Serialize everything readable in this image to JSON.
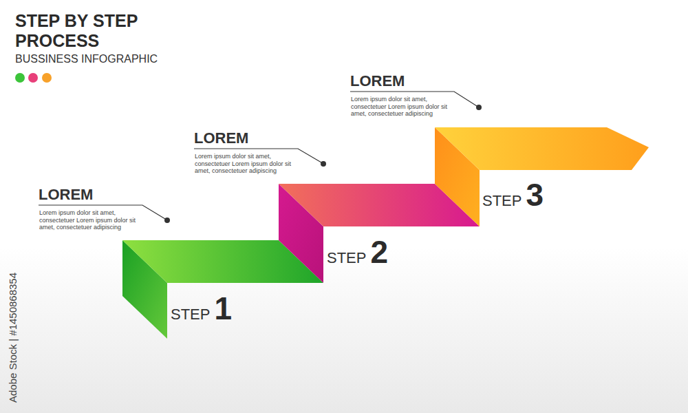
{
  "diagram": {
    "title": "STEP BY STEP PROCESS",
    "nodes": [
      {
        "text": [
          "STEP",
          "1"
        ]
      },
      {
        "text": [
          "STEP",
          "2"
        ]
      },
      {
        "text": [
          "STEP",
          "3"
        ]
      }
    ],
    "labels": [
      "BUSSINESS INFOGRAPHIC",
      "LOREM",
      "Lorem ipsum dolor sit amet, consectetuer Lorem ipsum dolor sit amet, consectetuer adipiscing",
      "LOREM",
      "Lorem ipsum dolor sit amet, consectetuer Lorem ipsum dolor sit amet, consectetuer adipiscing",
      "LOREM",
      "Lorem ipsum dolor sit amet, consectetuer Lorem ipsum dolor sit amet, consectetuer adipiscing",
      "Adobe Stock | #1450868354"
    ]
  }
}
